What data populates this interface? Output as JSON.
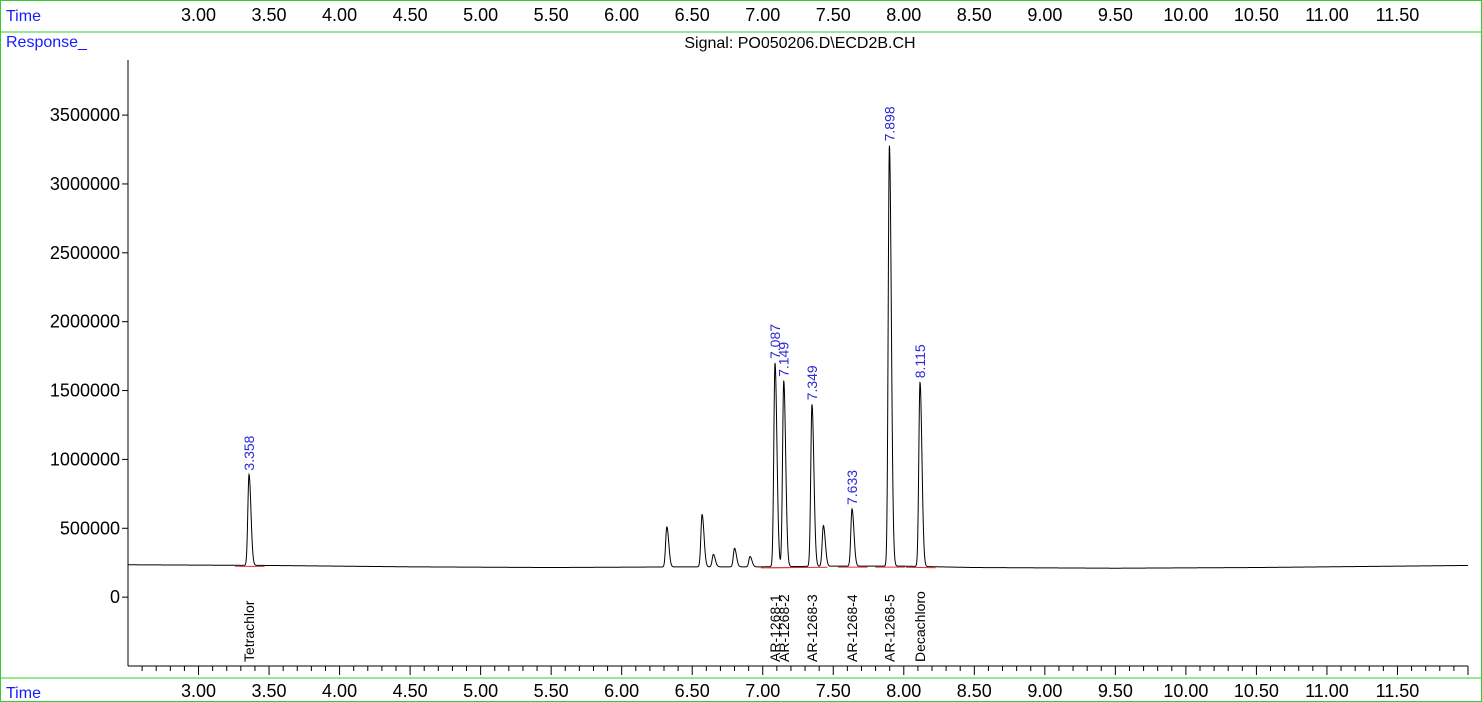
{
  "chart_data": {
    "type": "line",
    "title": "Signal: PO050206.D\\ECD2B.CH",
    "xlabel": "Time",
    "ylabel": "Response_",
    "xlim": [
      2.5,
      12.0
    ],
    "ylim": [
      -500000,
      3900000
    ],
    "x_ticks": [
      "3.00",
      "3.50",
      "4.00",
      "4.50",
      "5.00",
      "5.50",
      "6.00",
      "6.50",
      "7.00",
      "7.50",
      "8.00",
      "8.50",
      "9.00",
      "9.50",
      "10.00",
      "10.50",
      "11.00",
      "11.50"
    ],
    "y_ticks": [
      "0",
      "500000",
      "1000000",
      "1500000",
      "2000000",
      "2500000",
      "3000000",
      "3500000"
    ],
    "baseline": [
      [
        2.5,
        235000
      ],
      [
        3.5,
        230000
      ],
      [
        4.5,
        220000
      ],
      [
        5.5,
        215000
      ],
      [
        6.5,
        220000
      ],
      [
        7.0,
        220000
      ],
      [
        7.5,
        225000
      ],
      [
        8.0,
        225000
      ],
      [
        8.5,
        215000
      ],
      [
        9.5,
        210000
      ],
      [
        10.5,
        215000
      ],
      [
        11.5,
        225000
      ],
      [
        12.0,
        230000
      ]
    ],
    "peaks": [
      {
        "rt": 3.358,
        "height": 890000,
        "label": "3.358",
        "compound": "Tetrachlor"
      },
      {
        "rt": 6.32,
        "height": 510000
      },
      {
        "rt": 6.57,
        "height": 600000
      },
      {
        "rt": 6.65,
        "height": 310000
      },
      {
        "rt": 6.8,
        "height": 355000
      },
      {
        "rt": 6.91,
        "height": 295000
      },
      {
        "rt": 7.087,
        "height": 1700000,
        "label": "7.087",
        "compound": "AR-1268-1"
      },
      {
        "rt": 7.149,
        "height": 1570000,
        "label": "7.149",
        "compound": "AR-1268-2"
      },
      {
        "rt": 7.349,
        "height": 1400000,
        "label": "7.349",
        "compound": "AR-1268-3"
      },
      {
        "rt": 7.43,
        "height": 520000
      },
      {
        "rt": 7.633,
        "height": 640000,
        "label": "7.633",
        "compound": "AR-1268-4"
      },
      {
        "rt": 7.898,
        "height": 3280000,
        "label": "7.898",
        "compound": "AR-1268-5"
      },
      {
        "rt": 8.115,
        "height": 1560000,
        "label": "8.115",
        "compound": "Decachloro"
      }
    ],
    "grid": false,
    "colors": {
      "trace": "#000000",
      "baseline": "#e03030",
      "labels": "#1a1aff",
      "frame": "#33cc33"
    }
  }
}
